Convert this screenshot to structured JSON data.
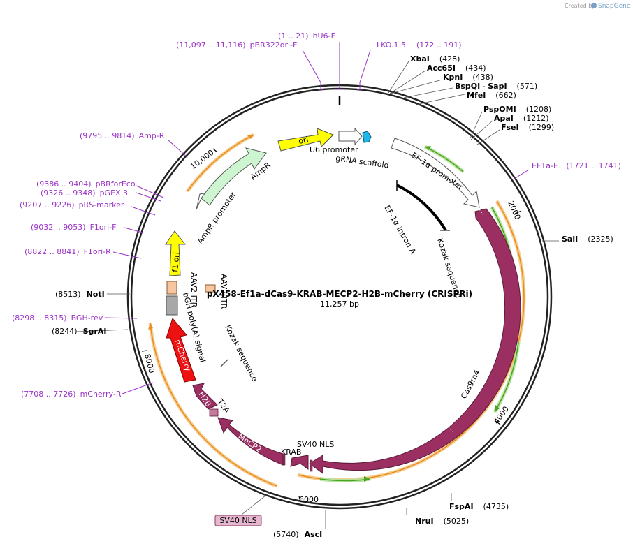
{
  "brand": {
    "created_by": "Created by",
    "product": "SnapGene"
  },
  "plasmid": {
    "name": "pX458-Ef1a-dCas9-KRAB-MECP2-H2B-mCherry (CRISPRi)",
    "length": "11,257 bp"
  },
  "ticks": {
    "t2000": "2000",
    "t4000": "4000",
    "t6000": "6000",
    "t8000": "8000",
    "t10000": "10,000"
  },
  "enzymes": {
    "xbai": {
      "name": "XbaI",
      "pos": "(428)"
    },
    "acc65i": {
      "name": "Acc65I",
      "pos": "(434)"
    },
    "kpni": {
      "name": "KpnI",
      "pos": "(438)"
    },
    "bspqi": {
      "name": "BspQI",
      "sep": " - ",
      "name2": "SapI",
      "pos": "(571)"
    },
    "mfei": {
      "name": "MfeI",
      "pos": "(662)"
    },
    "pspomi": {
      "name": "PspOMI",
      "pos": "(1208)"
    },
    "apai": {
      "name": "ApaI",
      "pos": "(1212)"
    },
    "fsei": {
      "name": "FseI",
      "pos": "(1299)"
    },
    "sali": {
      "name": "SalI",
      "pos": "(2325)"
    },
    "fspai": {
      "name": "FspAI",
      "pos": "(4735)"
    },
    "nrui": {
      "name": "NruI",
      "pos": "(5025)"
    },
    "asci": {
      "name": "AscI",
      "pos": "(5740)"
    },
    "sgrai": {
      "name": "SgrAI",
      "pos": "(8244)"
    },
    "noti": {
      "name": "NotI",
      "pos": "(8513)"
    }
  },
  "primers": {
    "hu6f": {
      "range": "(1 .. 21)",
      "name": "hU6-F"
    },
    "pbr322": {
      "range": "(11,097 .. 11,116)",
      "name": "pBR322ori-F"
    },
    "lko1": {
      "name": "LKO.1 5'",
      "range": "(172 .. 191)"
    },
    "ef1af": {
      "name": "EF1a-F",
      "range": "(1721 .. 1741)"
    },
    "ampr": {
      "range": "(9795 .. 9814)",
      "name": "Amp-R"
    },
    "pbrforeco": {
      "range": "(9386 .. 9404)",
      "name": "pBRforEco"
    },
    "pgex3": {
      "range": "(9326 .. 9348)",
      "name": "pGEX 3'"
    },
    "prsmarker": {
      "range": "(9207 .. 9226)",
      "name": "pRS-marker"
    },
    "f1orif": {
      "range": "(9032 .. 9053)",
      "name": "F1ori-F"
    },
    "f1orir": {
      "range": "(8822 .. 8841)",
      "name": "F1ori-R"
    },
    "bghrev": {
      "range": "(8298 .. 8315)",
      "name": "BGH-rev"
    },
    "mcherryr": {
      "range": "(7708 .. 7726)",
      "name": "mCherry-R"
    }
  },
  "features": {
    "ori": "ori",
    "u6_promoter": "U6 promoter",
    "grna_scaffold": "gRNA scaffold",
    "ef1a_promoter": "EF-1α promoter",
    "ef1a_intron": "EF-1α intron A",
    "kozak_1": "Kozak sequence",
    "cas9m4": "Cas9m4",
    "sv40_nls_1": "SV40 NLS",
    "krab": "KRAB",
    "mecp2": "MeCP2",
    "t2a": "T2A",
    "h2b": "H2B",
    "mcherry": "mCherry",
    "kozak_2": "Kozak sequence",
    "bgh_polya": "bGH poly(A) signal",
    "aav2_itr_left": "AAV2 ITR",
    "aav2_itr_right": "AAV2 ITR",
    "f1_ori": "f1 ori",
    "ampr_promoter": "AmpR promoter",
    "ampr": "AmpR",
    "sv40_nls_box": "SV40 NLS"
  },
  "colors": {
    "cas9_purple": "#9b2f62",
    "mcherry_red": "#ee1111",
    "ori_yellow": "#ffff00",
    "f1_yellow": "#ffff00",
    "ampr_green": "#ccf5d0",
    "itr_peach": "#f6c6a0",
    "bgh_gray": "#a8a8a8",
    "primer_purple": "#9a34c6",
    "orange_arc": "#f2a43a",
    "green_arc": "#58b22c",
    "grna_cyan": "#1eb8e8"
  }
}
